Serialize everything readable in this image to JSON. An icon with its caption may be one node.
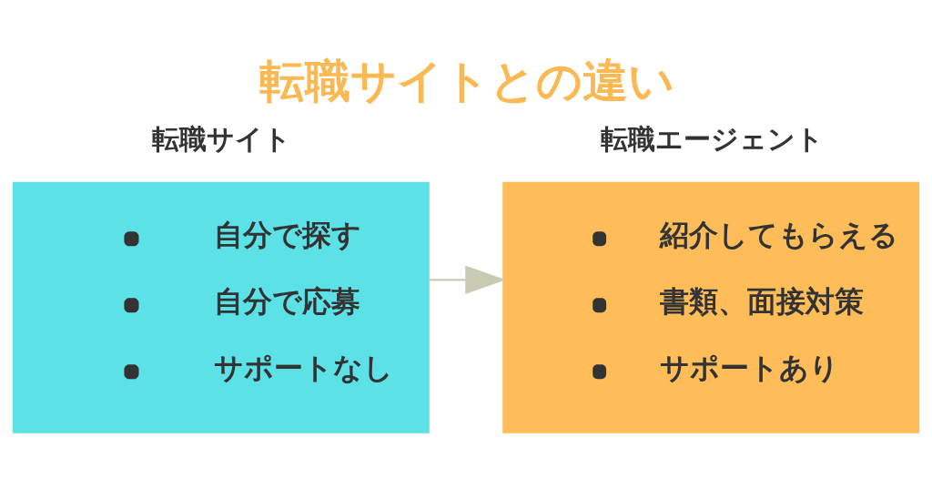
{
  "diagram": {
    "title": "転職サイトとの違い",
    "nodes": [
      {
        "text": [
          "転職サイト",
          "自分で探す",
          "自分で応募",
          "サポートなし"
        ]
      },
      {
        "text": [
          "転職エージェント",
          "紹介してもらえる",
          "書類、面接対策",
          "サポートあり"
        ]
      }
    ],
    "edges": [
      {
        "from": 0,
        "to": 1,
        "arrow": "to"
      }
    ]
  }
}
